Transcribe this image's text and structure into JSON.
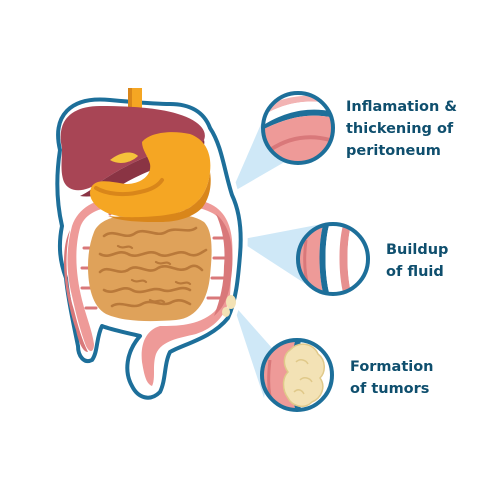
{
  "callouts": [
    {
      "lines": [
        "Inflamation &",
        "thickening of",
        "peritoneum"
      ]
    },
    {
      "lines": [
        "Buildup",
        "of fluid"
      ]
    },
    {
      "lines": [
        "Formation",
        "of tumors"
      ]
    }
  ],
  "colors": {
    "outline": "#1d6f9a",
    "liver": "#a84555",
    "liver_shade": "#8a3444",
    "stomach": "#f5a623",
    "stomach_shade": "#d9861a",
    "large_intestine": "#ee9a98",
    "large_intestine_shade": "#d9787a",
    "small_intestine": "#dfa25a",
    "small_intestine_coil": "#b9793a",
    "callout_beam": "#cfe8f7",
    "tumor": "#f3e2b5",
    "fluid": "#ffffff",
    "label_text": "#0f4f6e"
  }
}
